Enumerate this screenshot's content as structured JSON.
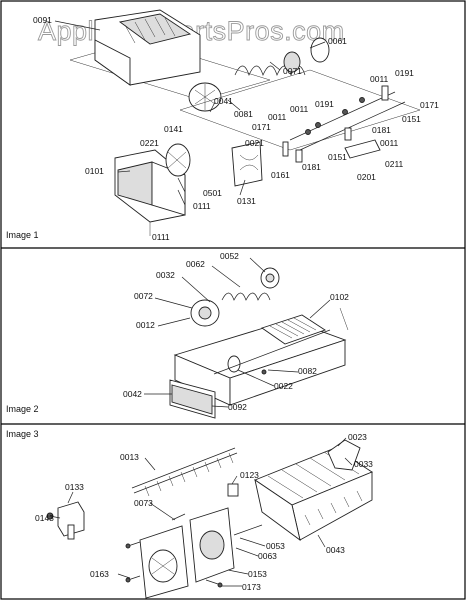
{
  "watermark": "AppliancePartsPros.com",
  "panels": [
    {
      "title": "Image 1",
      "labels": [
        "0091",
        "0061",
        "0071",
        "0041",
        "0081",
        "0011",
        "0191",
        "0171",
        "0151",
        "0181",
        "0011",
        "0211",
        "0201",
        "0011",
        "0191",
        "0011",
        "0171",
        "0181",
        "0151",
        "0161",
        "0221",
        "0141",
        "0021",
        "0131",
        "0101",
        "0501",
        "0111",
        "0111"
      ]
    },
    {
      "title": "Image 2",
      "labels": [
        "0052",
        "0062",
        "0032",
        "0072",
        "0012",
        "0102",
        "0082",
        "0022",
        "0042",
        "0092"
      ]
    },
    {
      "title": "Image 3",
      "labels": [
        "0023",
        "0013",
        "0033",
        "0123",
        "0143",
        "0133",
        "0073",
        "0043",
        "0053",
        "0063",
        "0163",
        "0173",
        "0153"
      ]
    }
  ]
}
